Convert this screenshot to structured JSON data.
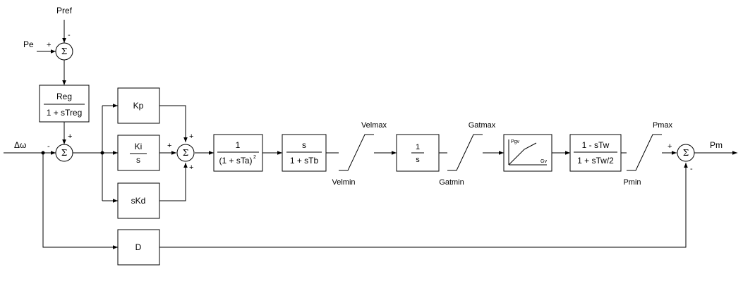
{
  "signals": {
    "pref": "Pref",
    "pe": "Pe",
    "delta_omega": "Δω",
    "pm": "Pm"
  },
  "sum_symbol": "Σ",
  "signs": {
    "plus": "+",
    "minus": "-"
  },
  "blocks": {
    "reg": {
      "num": "Reg",
      "den": "1 + sTreg"
    },
    "kp": {
      "label": "Kp"
    },
    "ki": {
      "num": "Ki",
      "den": "s"
    },
    "kd": {
      "label": "sKd"
    },
    "d": {
      "label": "D"
    },
    "ta": {
      "num": "1",
      "den": "(1 + sTa)",
      "exp": "2"
    },
    "tb": {
      "num": "s",
      "den": "1 + sTb"
    },
    "integrator": {
      "num": "1",
      "den": "s"
    },
    "gate_curve": {
      "y_label": "Pgv",
      "x_label": "Gv"
    },
    "tw": {
      "num": "1 - sTw",
      "den": "1 + sTw/2"
    }
  },
  "limits": {
    "velmax": "Velmax",
    "velmin": "Velmin",
    "gatmax": "Gatmax",
    "gatmin": "Gatmin",
    "pmax": "Pmax",
    "pmin": "Pmin"
  }
}
